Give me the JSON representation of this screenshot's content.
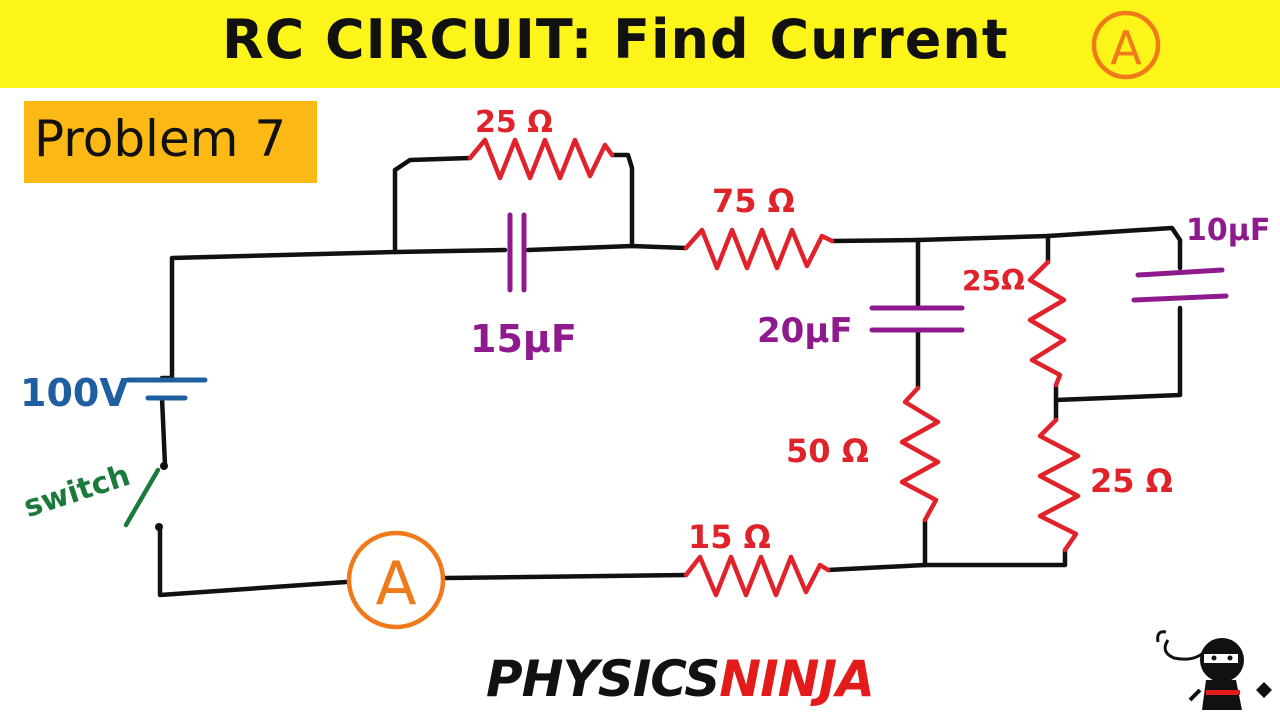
{
  "title": "RC CIRCUIT: Find Current",
  "title_ammeter_symbol": "A",
  "problem_label": "Problem 7",
  "components": {
    "r_top": "25 Ω",
    "c_15": "15μF",
    "r_75": "75 Ω",
    "c_10": "10μF",
    "r_mid": "25Ω",
    "c_20": "20μF",
    "r_50": "50 Ω",
    "r_bot25": "25 Ω",
    "r_15": "15 Ω",
    "battery": "100V",
    "switch": "switch",
    "ammeter": "A"
  },
  "logo": {
    "part1": "PHYSICS",
    "part2": "NINJA"
  },
  "colors": {
    "title_bg": "#fdf51a",
    "problem_bg": "#fcb814",
    "resistor": "#e0222b",
    "capacitor": "#8e1a8e",
    "battery": "#1f5fa0",
    "switch": "#1a7a3a",
    "ammeter": "#f07a1a",
    "wire": "#111111"
  }
}
